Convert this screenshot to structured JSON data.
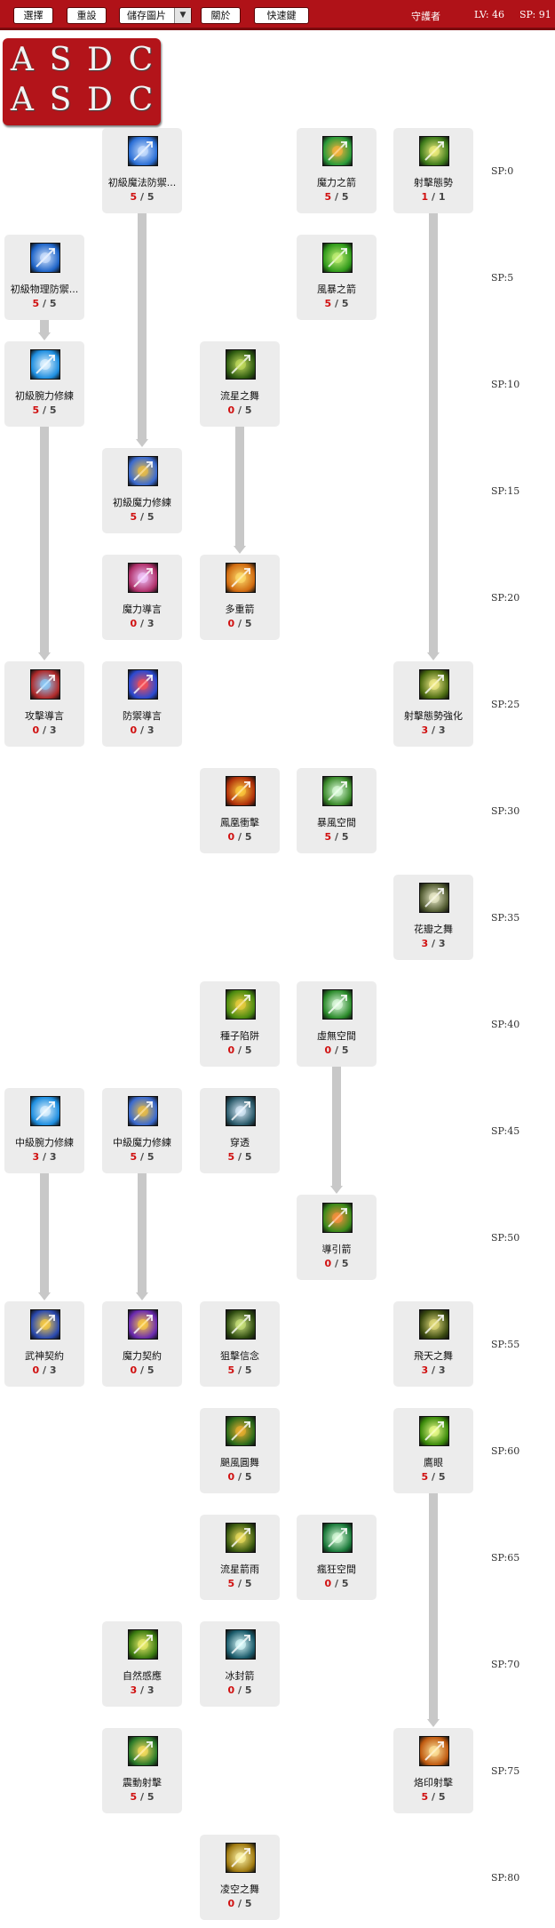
{
  "toolbar": {
    "select_label": "選擇",
    "reset_label": "重設",
    "save_image_label": "儲存圖片",
    "dropdown_arrow": "▼",
    "about_label": "關於",
    "hotkey_label": "快速鍵",
    "class_name": "守護者",
    "level": "LV: 46",
    "sp": "SP: 91"
  },
  "logo": {
    "row1": [
      "A",
      "S",
      "D",
      "C"
    ],
    "row2": [
      "A",
      "S",
      "D",
      "C"
    ]
  },
  "sp_labels": [
    "SP:0",
    "SP:5",
    "SP:10",
    "SP:15",
    "SP:20",
    "SP:25",
    "SP:30",
    "SP:35",
    "SP:40",
    "SP:45",
    "SP:50",
    "SP:55",
    "SP:60",
    "SP:65",
    "SP:70",
    "SP:75",
    "SP:80"
  ],
  "skills": [
    {
      "name": "初級魔法防禦...",
      "cur": "5",
      "max": "5",
      "col": 1,
      "row": 0,
      "icon": "magic-defense-icon",
      "c1": "#2b6fd6",
      "c2": "#cfe3ff"
    },
    {
      "name": "魔力之箭",
      "cur": "5",
      "max": "5",
      "col": 3,
      "row": 0,
      "icon": "magic-arrow-icon",
      "c1": "#2a9b3a",
      "c2": "#ffb23c"
    },
    {
      "name": "射擊態勢",
      "cur": "1",
      "max": "1",
      "col": 4,
      "row": 0,
      "icon": "shooting-stance-icon",
      "c1": "#3c7a1a",
      "c2": "#f4f080"
    },
    {
      "name": "初級物理防禦...",
      "cur": "5",
      "max": "5",
      "col": 0,
      "row": 1,
      "icon": "physical-defense-icon",
      "c1": "#1e64c8",
      "c2": "#d8e8ff"
    },
    {
      "name": "風暴之箭",
      "cur": "5",
      "max": "5",
      "col": 3,
      "row": 1,
      "icon": "storm-arrow-icon",
      "c1": "#2f9a1a",
      "c2": "#c8f27a"
    },
    {
      "name": "初級腕力修練",
      "cur": "5",
      "max": "5",
      "col": 0,
      "row": 2,
      "icon": "strength-training-icon",
      "c1": "#1d8ee0",
      "c2": "#e8f6ff"
    },
    {
      "name": "流星之舞",
      "cur": "0",
      "max": "5",
      "col": 2,
      "row": 2,
      "icon": "meteor-dance-icon",
      "c1": "#2d5a10",
      "c2": "#c8e060"
    },
    {
      "name": "初級魔力修練",
      "cur": "5",
      "max": "5",
      "col": 1,
      "row": 3,
      "icon": "magic-training-icon",
      "c1": "#3a6ad0",
      "c2": "#f0c040"
    },
    {
      "name": "魔力導言",
      "cur": "0",
      "max": "3",
      "col": 1,
      "row": 4,
      "icon": "magic-guide-icon",
      "c1": "#b0306a",
      "c2": "#f2c8ff"
    },
    {
      "name": "多重箭",
      "cur": "0",
      "max": "5",
      "col": 2,
      "row": 4,
      "icon": "multi-arrow-icon",
      "c1": "#d06a10",
      "c2": "#ffe070"
    },
    {
      "name": "攻擊導言",
      "cur": "0",
      "max": "3",
      "col": 0,
      "row": 5,
      "icon": "attack-guide-icon",
      "c1": "#b02a2a",
      "c2": "#8ad0ff"
    },
    {
      "name": "防禦導言",
      "cur": "0",
      "max": "3",
      "col": 1,
      "row": 5,
      "icon": "defense-guide-icon",
      "c1": "#2a4ad0",
      "c2": "#ff5050"
    },
    {
      "name": "射擊態勢強化",
      "cur": "3",
      "max": "3",
      "col": 4,
      "row": 5,
      "icon": "shooting-stance-upgrade-icon",
      "c1": "#4a6a10",
      "c2": "#f8f090"
    },
    {
      "name": "鳳凰衝擊",
      "cur": "0",
      "max": "5",
      "col": 2,
      "row": 6,
      "icon": "phoenix-strike-icon",
      "c1": "#b0300a",
      "c2": "#ffd040"
    },
    {
      "name": "暴風空間",
      "cur": "5",
      "max": "5",
      "col": 3,
      "row": 6,
      "icon": "storm-space-icon",
      "c1": "#3a8a2a",
      "c2": "#e0ffe0"
    },
    {
      "name": "花瓣之舞",
      "cur": "3",
      "max": "3",
      "col": 4,
      "row": 7,
      "icon": "petal-dance-icon",
      "c1": "#505a30",
      "c2": "#f0f0d0"
    },
    {
      "name": "種子陷阱",
      "cur": "0",
      "max": "5",
      "col": 2,
      "row": 8,
      "icon": "seed-trap-icon",
      "c1": "#4a8a10",
      "c2": "#f0d040"
    },
    {
      "name": "虛無空間",
      "cur": "0",
      "max": "5",
      "col": 3,
      "row": 8,
      "icon": "void-space-icon",
      "c1": "#2a8a2a",
      "c2": "#e8ffe8"
    },
    {
      "name": "中級腕力修練",
      "cur": "3",
      "max": "3",
      "col": 0,
      "row": 9,
      "icon": "mid-strength-training-icon",
      "c1": "#1d8ee0",
      "c2": "#e8f6ff"
    },
    {
      "name": "中級魔力修練",
      "cur": "5",
      "max": "5",
      "col": 1,
      "row": 9,
      "icon": "mid-magic-training-icon",
      "c1": "#3a6ad0",
      "c2": "#f0c040"
    },
    {
      "name": "穿透",
      "cur": "5",
      "max": "5",
      "col": 2,
      "row": 9,
      "icon": "pierce-icon",
      "c1": "#2a5a6a",
      "c2": "#e0f0ff"
    },
    {
      "name": "導引箭",
      "cur": "0",
      "max": "5",
      "col": 3,
      "row": 10,
      "icon": "guided-arrow-icon",
      "c1": "#3a8a1a",
      "c2": "#ff9040"
    },
    {
      "name": "武神契約",
      "cur": "0",
      "max": "3",
      "col": 0,
      "row": 11,
      "icon": "war-god-contract-icon",
      "c1": "#2a4ab0",
      "c2": "#ffd040"
    },
    {
      "name": "魔力契約",
      "cur": "0",
      "max": "5",
      "col": 1,
      "row": 11,
      "icon": "magic-contract-icon",
      "c1": "#6a2ab0",
      "c2": "#ffd040"
    },
    {
      "name": "狙擊信念",
      "cur": "5",
      "max": "5",
      "col": 2,
      "row": 11,
      "icon": "sniper-faith-icon",
      "c1": "#2d4a10",
      "c2": "#d0e880"
    },
    {
      "name": "飛天之舞",
      "cur": "3",
      "max": "3",
      "col": 4,
      "row": 11,
      "icon": "sky-dance-icon",
      "c1": "#3a4a10",
      "c2": "#e8e080"
    },
    {
      "name": "颶風圓舞",
      "cur": "0",
      "max": "5",
      "col": 2,
      "row": 12,
      "icon": "hurricane-waltz-icon",
      "c1": "#2a6a1a",
      "c2": "#f0b030"
    },
    {
      "name": "鷹眼",
      "cur": "5",
      "max": "5",
      "col": 4,
      "row": 12,
      "icon": "hawk-eye-icon",
      "c1": "#3a8a0a",
      "c2": "#f0ff90"
    },
    {
      "name": "流星箭雨",
      "cur": "5",
      "max": "5",
      "col": 2,
      "row": 13,
      "icon": "meteor-rain-icon",
      "c1": "#3a5a10",
      "c2": "#f0e060"
    },
    {
      "name": "瘋狂空間",
      "cur": "0",
      "max": "5",
      "col": 3,
      "row": 13,
      "icon": "frenzy-space-icon",
      "c1": "#1a7a3a",
      "c2": "#e0ffe0"
    },
    {
      "name": "自然感應",
      "cur": "3",
      "max": "3",
      "col": 1,
      "row": 14,
      "icon": "nature-sense-icon",
      "c1": "#3a7a10",
      "c2": "#f0f070"
    },
    {
      "name": "冰封箭",
      "cur": "0",
      "max": "5",
      "col": 2,
      "row": 14,
      "icon": "frozen-arrow-icon",
      "c1": "#1a5a6a",
      "c2": "#e0ffff"
    },
    {
      "name": "震動射擊",
      "cur": "5",
      "max": "5",
      "col": 1,
      "row": 15,
      "icon": "shock-shot-icon",
      "c1": "#2a7a2a",
      "c2": "#ffe060"
    },
    {
      "name": "烙印射擊",
      "cur": "5",
      "max": "5",
      "col": 4,
      "row": 15,
      "icon": "brand-shot-icon",
      "c1": "#c05a10",
      "c2": "#ffe8a0"
    },
    {
      "name": "凌空之舞",
      "cur": "0",
      "max": "5",
      "col": 2,
      "row": 16,
      "icon": "aerial-dance-icon",
      "c1": "#a07a10",
      "c2": "#fff8b0"
    }
  ],
  "connectors": [
    {
      "col": 1,
      "from": 0,
      "to": 3
    },
    {
      "col": 4,
      "from": 0,
      "to": 5
    },
    {
      "col": 0,
      "from": 1,
      "to": 2
    },
    {
      "col": 2,
      "from": 2,
      "to": 4
    },
    {
      "col": 0,
      "from": 2,
      "to": 5
    },
    {
      "col": 3,
      "from": 8,
      "to": 10
    },
    {
      "col": 0,
      "from": 9,
      "to": 11
    },
    {
      "col": 1,
      "from": 9,
      "to": 11
    },
    {
      "col": 4,
      "from": 12,
      "to": 15
    }
  ]
}
